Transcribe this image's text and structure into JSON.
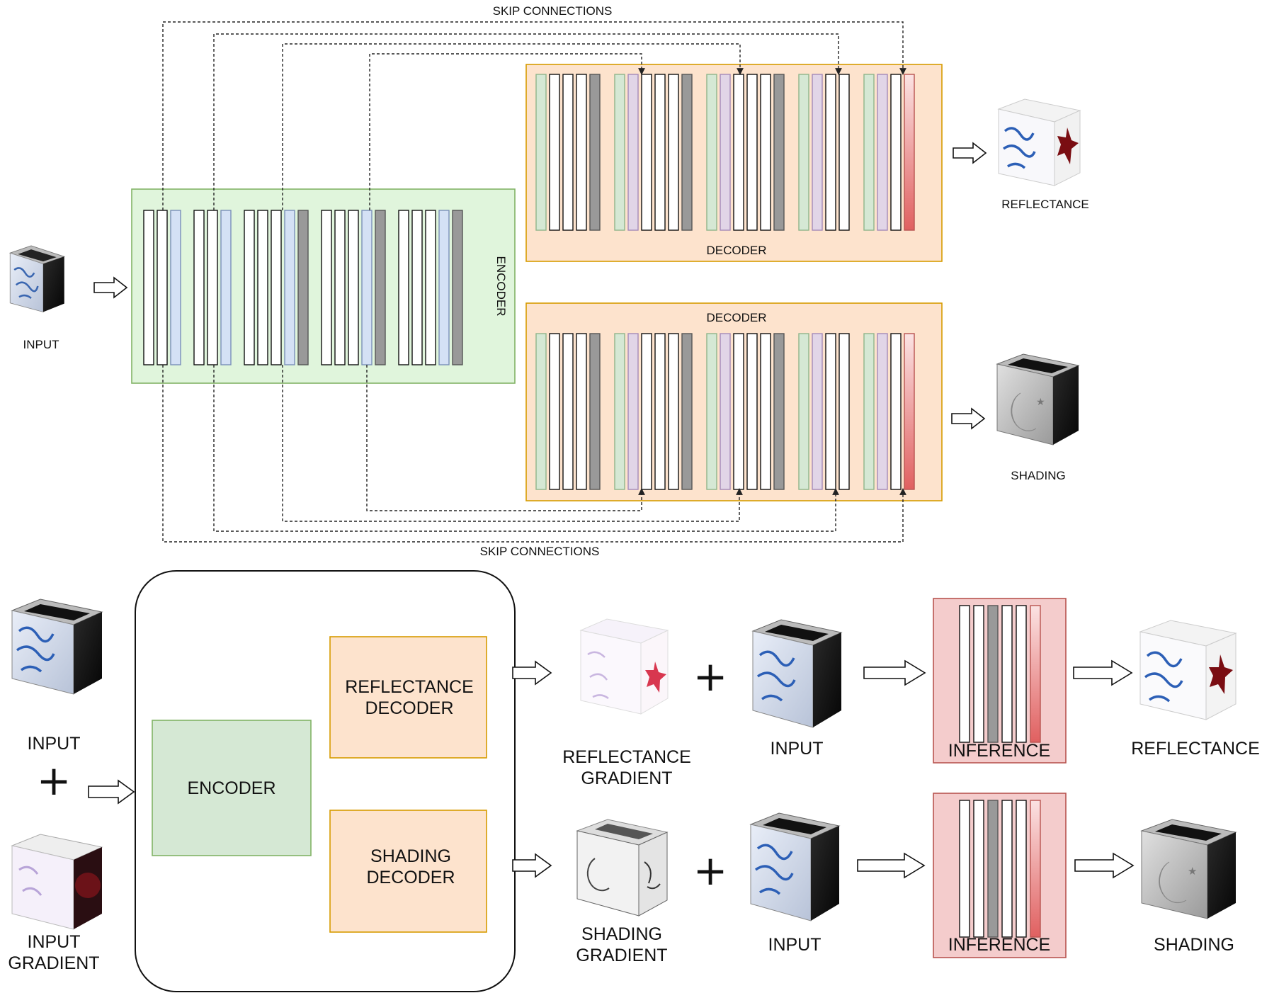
{
  "top": {
    "skip_label_top": "SKIP CONNECTIONS",
    "skip_label_bottom": "SKIP CONNECTIONS",
    "input_label": "INPUT",
    "encoder_label": "ENCODER",
    "decoder_reflectance_label": "DECODER",
    "decoder_shading_label": "DECODER",
    "output_reflectance_label": "REFLECTANCE",
    "output_shading_label": "SHADING"
  },
  "bottom": {
    "input_label": "INPUT",
    "plus": "+",
    "input_gradient_label_1": "INPUT",
    "input_gradient_label_2": "GRADIENT",
    "encoder_label": "ENCODER",
    "reflectance_decoder_label_1": "REFLECTANCE",
    "reflectance_decoder_label_2": "DECODER",
    "shading_decoder_label_1": "SHADING",
    "shading_decoder_label_2": "DECODER",
    "reflectance_gradient_label_1": "REFLECTANCE",
    "reflectance_gradient_label_2": "GRADIENT",
    "shading_gradient_label_1": "SHADING",
    "shading_gradient_label_2": "GRADIENT",
    "input_label_row1": "INPUT",
    "input_label_row2": "INPUT",
    "inference_label_row1": "INFERENCE",
    "inference_label_row2": "INFERENCE",
    "reflectance_output_label": "REFLECTANCE",
    "shading_output_label": "SHADING"
  },
  "colors": {
    "encoder_fill": "#e0f5dc",
    "encoder_stroke": "#82b366",
    "decoder_fill": "#fde3cd",
    "decoder_stroke": "#d79b00",
    "inference_fill": "#f4cccc",
    "inference_stroke": "#b85450",
    "layer_blue": "#d4e1f5",
    "layer_green": "#d5e8d4",
    "layer_purple": "#e1d5e7",
    "layer_gray": "#999999",
    "layer_red": "#e06060"
  }
}
